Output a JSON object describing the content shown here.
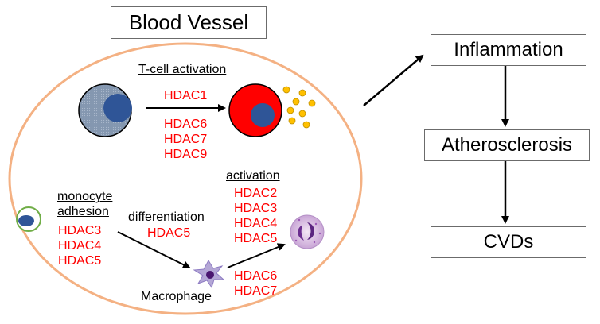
{
  "title": "Blood Vessel",
  "flow": [
    "Inflammation",
    "Atherosclerosis",
    "CVDs"
  ],
  "tcell": {
    "label": "T-cell activation",
    "top_hdac": "HDAC1",
    "bottom_hdacs": [
      "HDAC6",
      "HDAC7",
      "HDAC9"
    ]
  },
  "monocyte": {
    "label_line1": "monocyte",
    "label_line2": "adhesion",
    "hdacs": [
      "HDAC3",
      "HDAC4",
      "HDAC5"
    ]
  },
  "differentiation": {
    "label": "differentiation",
    "hdac": "HDAC5"
  },
  "activation": {
    "label": "activation",
    "hdacs_upper": [
      "HDAC2",
      "HDAC3",
      "HDAC4",
      "HDAC5"
    ],
    "hdacs_lower": [
      "HDAC6",
      "HDAC7"
    ]
  },
  "macrophage_label": "Macrophage",
  "colors": {
    "vessel_border": "#f4b183",
    "hdac_text": "#ff0000",
    "activated_cell": "#ff0000",
    "nucleus": "#2f5597",
    "resting_cell": "#8497b0",
    "cytokine": "#ffc000",
    "monocyte_ring": "#70ad47",
    "macrophage": "#b4a7d6"
  }
}
